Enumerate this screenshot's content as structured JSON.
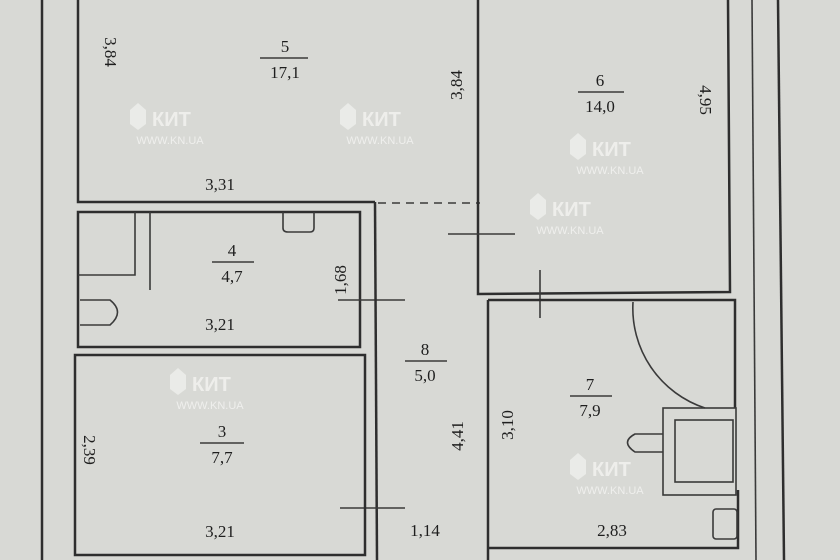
{
  "rooms": [
    {
      "number": "5",
      "area": "17,1"
    },
    {
      "number": "6",
      "area": "14,0"
    },
    {
      "number": "4",
      "area": "4,7"
    },
    {
      "number": "8",
      "area": "5,0"
    },
    {
      "number": "7",
      "area": "7,9"
    },
    {
      "number": "3",
      "area": "7,7"
    }
  ],
  "dimensions": {
    "room5_left": "3,84",
    "room5_bottom": "3,31",
    "room6_left": "3,84",
    "room6_right": "4,95",
    "room4_right": "1,68",
    "room4_bottom": "3,21",
    "room3_left": "2,39",
    "room3_bottom": "3,21",
    "corridor_length": "4,41",
    "corridor_bottom": "1,14",
    "room7_left": "3,10",
    "room7_bottom": "2,83"
  },
  "watermark": {
    "brand": "КИТ",
    "url": "WWW.KN.UA"
  }
}
